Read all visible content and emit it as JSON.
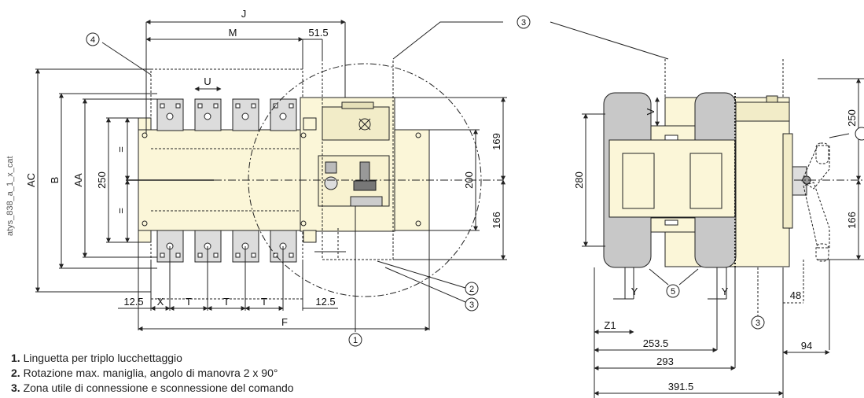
{
  "source_label": "atys_838_a_1_x_cat",
  "front_view": {
    "dims_top": {
      "J": "J",
      "M": "M",
      "d515": "51.5",
      "U": "U"
    },
    "dims_left": {
      "AC": "AC",
      "B": "B",
      "AA": "AA",
      "d250": "250",
      "eq1": "=",
      "eq2": "="
    },
    "dims_right": {
      "d169": "169",
      "d200": "200",
      "d166": "166"
    },
    "dims_bottom": {
      "d125a": "12.5",
      "X": "X",
      "T1": "T",
      "T2": "T",
      "T3": "T",
      "d125b": "12.5",
      "F": "F"
    }
  },
  "side_view": {
    "dims": {
      "d280": "280",
      "V": "V",
      "d250": "250",
      "d166": "166",
      "Y1": "Y",
      "Y2": "Y",
      "d48": "48",
      "Z1": "Z1",
      "d2535": "253.5",
      "d293": "293",
      "d3915": "391.5",
      "d94": "94"
    }
  },
  "callouts": {
    "c1": "1",
    "c2": "2",
    "c3a": "3",
    "c3b": "3",
    "c3c": "3",
    "c4": "4",
    "c5": "5"
  },
  "legend": [
    {
      "num": "1.",
      "text": " Linguetta per triplo lucchettaggio"
    },
    {
      "num": "2.",
      "text": " Rotazione max. maniglia, angolo di manovra 2 x 90°"
    },
    {
      "num": "3.",
      "text": " Zona utile di connessione e sconnessione del comando"
    }
  ],
  "colors": {
    "body": "#fbf6d8",
    "terminal": "#dcdcdc",
    "paddle": "#c8c8c8",
    "line": "#222222"
  }
}
